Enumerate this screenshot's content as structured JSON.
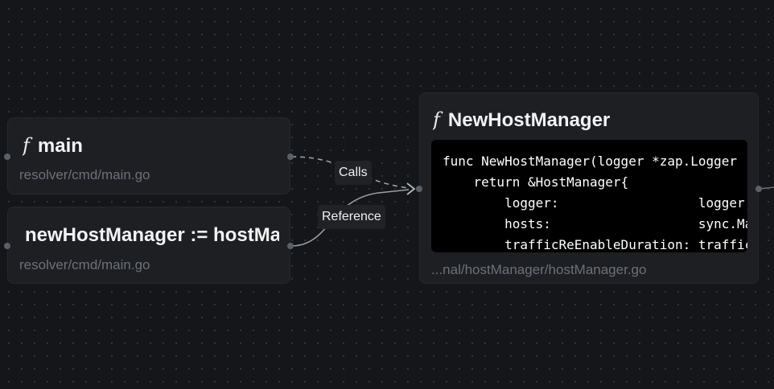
{
  "nodes": {
    "main": {
      "glyph": "ƒ",
      "title": "main",
      "path": "resolver/cmd/main.go"
    },
    "new_host_manager_assign": {
      "title": "newHostManager := hostManager",
      "path": "resolver/cmd/main.go"
    },
    "new_host_manager": {
      "glyph": "ƒ",
      "title": "NewHostManager",
      "code": "func NewHostManager(logger *zap.Logger\n    return &HostManager{\n        logger:                  logger,\n        hosts:                   sync.Map{},\n        trafficReEnableDuration: trafficReEnableDuration,",
      "path": "...nal/hostManager/hostManager.go"
    }
  },
  "edges": {
    "calls_label": "Calls",
    "reference_label": "Reference"
  },
  "colors": {
    "background": "#141619",
    "node_bg": "#1d1f23",
    "edge": "#9a9ea5"
  }
}
